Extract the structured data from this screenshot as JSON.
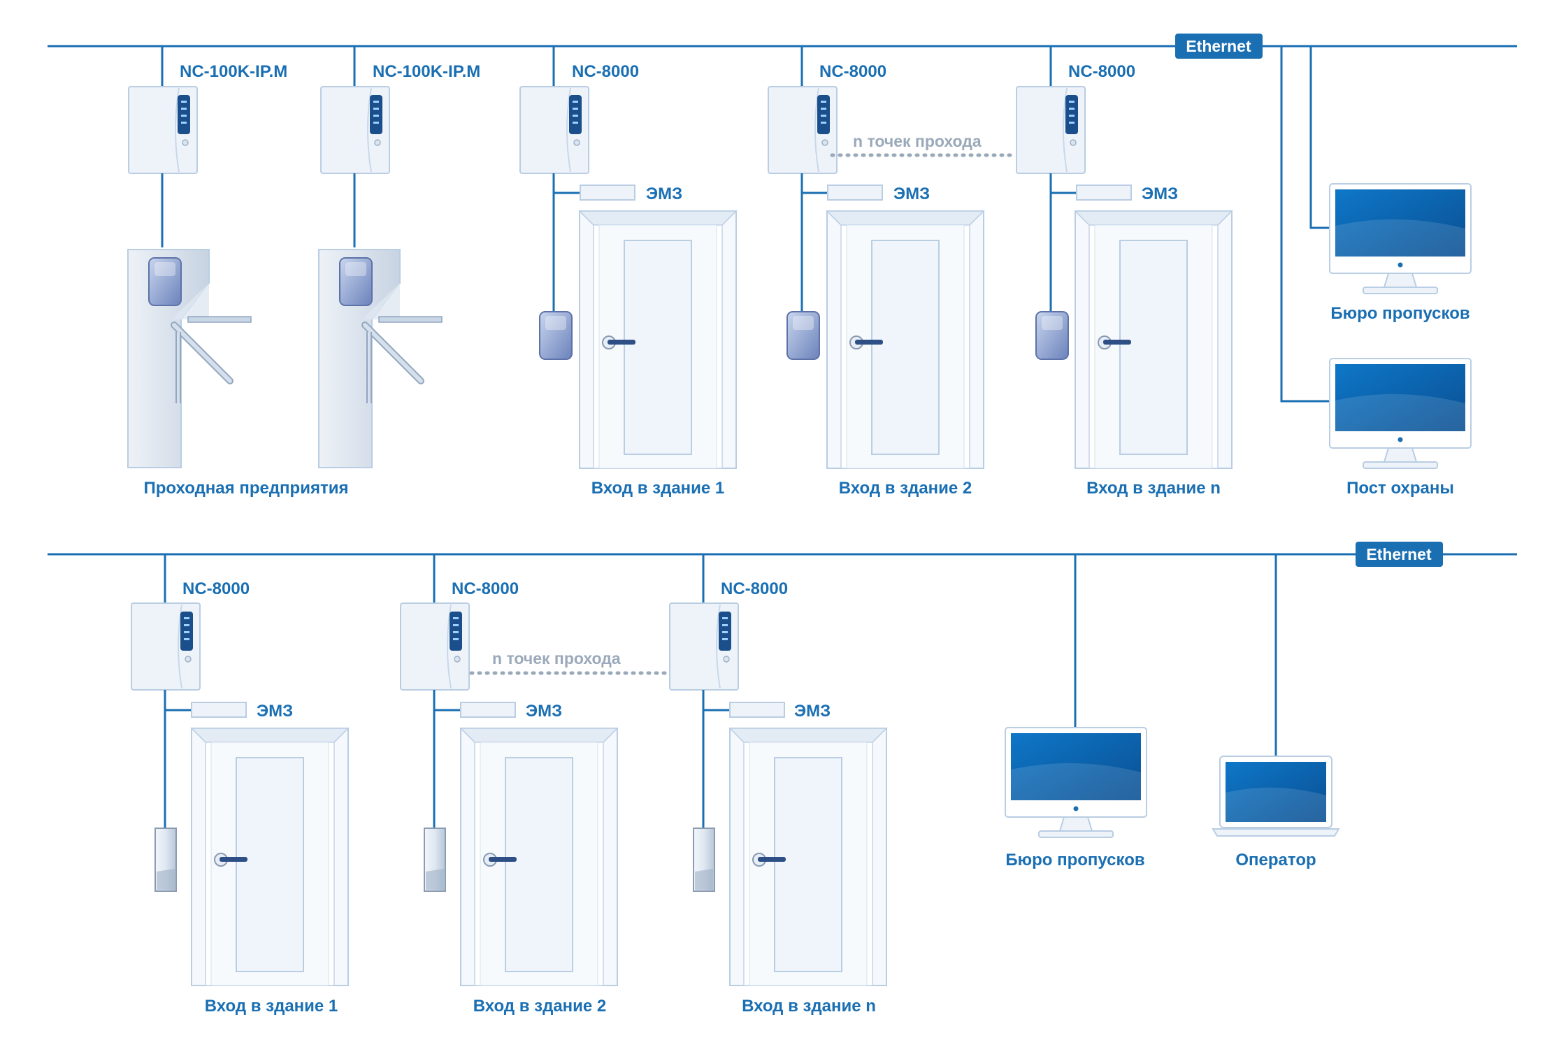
{
  "colors": {
    "line": "#1a6fb3",
    "text": "#1a6fb3",
    "dots": "#9aa9ba",
    "device_fill": "#eef3f9",
    "device_stroke": "#b9cde3",
    "screen": "#0a64b4"
  },
  "top": {
    "ethernet_label": "Ethernet",
    "devices": [
      {
        "type": "controller",
        "label": "NC-100K-IP.M"
      },
      {
        "type": "controller",
        "label": "NC-100K-IP.M"
      },
      {
        "type": "controller",
        "label": "NC-8000"
      },
      {
        "type": "controller",
        "label": "NC-8000"
      },
      {
        "type": "controller",
        "label": "NC-8000"
      }
    ],
    "emz_label": "ЭМЗ",
    "n_points_label": "n точек прохода",
    "captions": [
      "Проходная предприятия",
      "Вход в здание 1",
      "Вход в здание 2",
      "Вход в здание n"
    ],
    "workstations": [
      {
        "type": "monitor",
        "label": "Бюро пропусков"
      },
      {
        "type": "monitor",
        "label": "Пост охраны"
      }
    ]
  },
  "bottom": {
    "ethernet_label": "Ethernet",
    "devices": [
      {
        "type": "controller",
        "label": "NC-8000"
      },
      {
        "type": "controller",
        "label": "NC-8000"
      },
      {
        "type": "controller",
        "label": "NC-8000"
      }
    ],
    "emz_label": "ЭМЗ",
    "n_points_label": "n точек прохода",
    "captions": [
      "Вход в здание 1",
      "Вход в здание 2",
      "Вход в здание n"
    ],
    "workstations": [
      {
        "type": "monitor",
        "label": "Бюро пропусков"
      },
      {
        "type": "laptop",
        "label": "Оператор"
      }
    ]
  }
}
